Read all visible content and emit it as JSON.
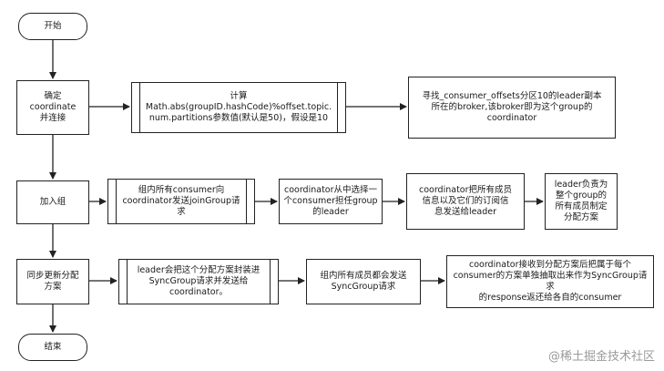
{
  "nodes": {
    "start": "开始",
    "confirm_coordinate": "确定\ncoordinate\n并连接",
    "compute": "计算\nMath.abs(groupID.hashCode)%offset.topic.\nnum.partitions参数值(默认是50)，假设是10",
    "find_leader": "寻找_consumer_offsets分区10的leader副本\n所在的broker,该broker即为这个group的\ncoordinator",
    "join_group": "加入组",
    "send_join": "组内所有consumer向\ncoordinator发送joinGroup请\n求",
    "choose_leader": "coordinator从中选择一\n个consumer担任group\n的leader",
    "send_members": "coordinator把所有成员\n信息以及它们的订阅信\n息发送给leader",
    "leader_plan": "leader负责为\n整个group的\n所有成员制定\n分配方案",
    "sync_plan": "同步更新分配\n方案",
    "leader_sync": "leader会把这个分配方案封装进\nSyncGroup请求并发送给\ncoordinator。",
    "members_sync": "组内所有成员都会发送\nSyncGroup请求",
    "coord_reply": "coordinator接收到分配方案后把属于每个\nconsumer的方案单独抽取出来作为SyncGroup请求\n的response返还给各自的consumer",
    "end": "结束"
  },
  "watermark": "@稀土掘金技术社区",
  "colors": {
    "stroke": "#222222",
    "watermark": "#9a9a9a"
  }
}
